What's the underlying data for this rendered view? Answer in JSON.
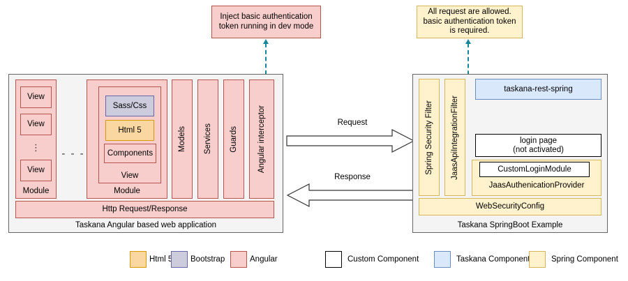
{
  "notes": {
    "left": "Inject basic authentication token running in dev mode",
    "right": "All request are allowed. basic authentication token is required."
  },
  "left_panel": {
    "caption": "Taskana Angular based web application",
    "module_a": {
      "label": "Module",
      "views": [
        "View",
        "View",
        "View"
      ],
      "ellipsis": "⋮"
    },
    "between_modules": "- - -",
    "module_b": {
      "label": "Module",
      "view_label": "View",
      "items": [
        "Sass/Css",
        "Html 5",
        "Components"
      ]
    },
    "columns": [
      "Models",
      "Services",
      "Guards",
      "Angular interceptor"
    ],
    "http_bar": "Http Request/Response"
  },
  "center": {
    "request_label": "Request",
    "response_label": "Response"
  },
  "right_panel": {
    "caption": "Taskana SpringBoot Example",
    "filters": [
      "Spring Security Filter",
      "JaasApiIntegrationFilter"
    ],
    "rest": "taskana-rest-spring",
    "login_page_line1": "login page",
    "login_page_line2": "(not activated)",
    "custom_login_module": "CustomLoginModule",
    "jaas_provider": "JaasAuthenicationProvider",
    "web_security_config": "WebSecurityConfig"
  },
  "legend": {
    "left_items": [
      {
        "label": "Html 5",
        "fill": "#fad7a0",
        "stroke": "#d79b00"
      },
      {
        "label": "Bootstrap",
        "fill": "#ccccdd",
        "stroke": "#6666aa"
      },
      {
        "label": "Angular",
        "fill": "#f8cecc",
        "stroke": "#b85450"
      }
    ],
    "right_items": [
      {
        "label": "Custom Component",
        "fill": "#ffffff",
        "stroke": "#000000"
      },
      {
        "label": "Taskana Component",
        "fill": "#dae8fc",
        "stroke": "#6c8ebf"
      },
      {
        "label": "Spring Component",
        "fill": "#fff2cc",
        "stroke": "#d6b656"
      }
    ]
  },
  "colors": {
    "angular_red": "#f8cecc",
    "bootstrap_purple": "#ccccdd",
    "html5_orange": "#fad7a0",
    "spring_yellow": "#fff2cc",
    "taskana_blue": "#dae8fc",
    "panel_bg": "#f4f4f4",
    "connector_teal": "#17859a"
  }
}
